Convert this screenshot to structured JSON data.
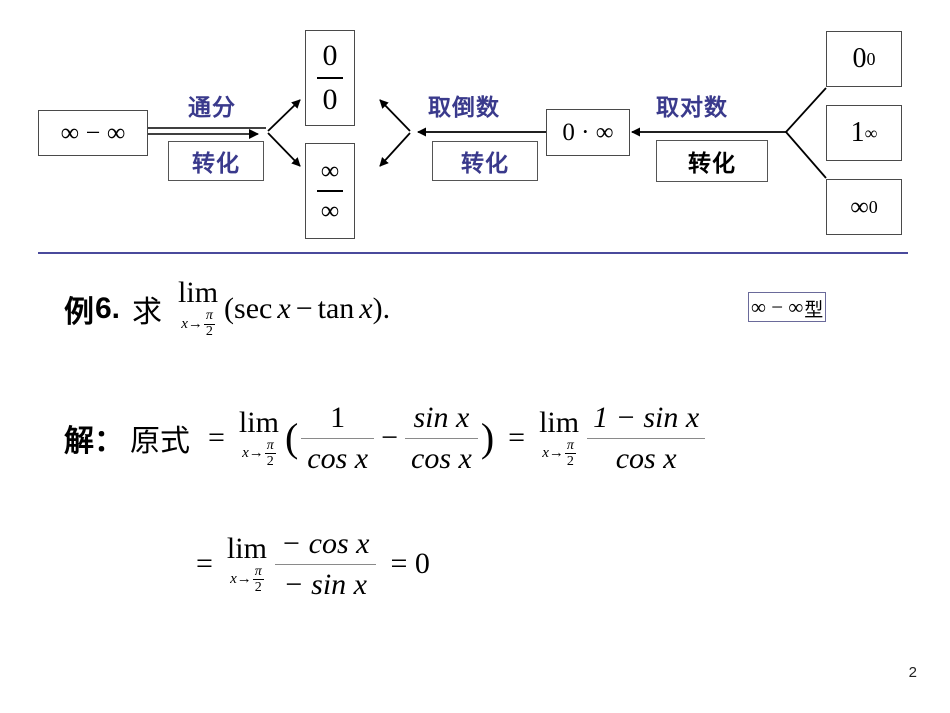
{
  "slide": {
    "page_number": "2",
    "divider_color": "#4a4a9c",
    "accent_blue": "#3a3a8c"
  },
  "diagram": {
    "name": "indeterminate-forms-conversion-diagram",
    "source_box": {
      "label": "∞ − ∞"
    },
    "center_boxes": [
      {
        "name": "zero-over-zero",
        "numerator": "0",
        "denominator": "0"
      },
      {
        "name": "infinity-over-infinity",
        "numerator": "∞",
        "denominator": "∞"
      }
    ],
    "product_box": {
      "label": "0 · ∞"
    },
    "power_boxes": [
      {
        "name": "zero-power-zero",
        "base": "0",
        "exponent": "0"
      },
      {
        "name": "one-power-infinity",
        "base": "1",
        "exponent": "∞"
      },
      {
        "name": "infinity-power-zero",
        "base": "∞",
        "exponent": "0"
      }
    ],
    "transitions": [
      {
        "name": "tongfen",
        "label": "通分",
        "box_label": "转化",
        "color": "#3a3a8c",
        "box_color": "#3a3a8c"
      },
      {
        "name": "qudaoshu",
        "label": "取倒数",
        "box_label": "转化",
        "color": "#3a3a8c",
        "box_color": "#3a3a8c"
      },
      {
        "name": "quduishu",
        "label": "取对数",
        "box_label": "转化",
        "color": "#3a3a8c",
        "box_color": "#000000"
      }
    ]
  },
  "example": {
    "marker": "例",
    "number": "6.",
    "verb": "求",
    "lim_op": "lim",
    "lim_sub_var": "x",
    "lim_sub_arrow": "→",
    "lim_sub_num": "π",
    "lim_sub_den": "2",
    "expression_open": "(",
    "sec": "sec",
    "var1": "x",
    "minus": "−",
    "tan": "tan",
    "var2": "x",
    "expression_close": ").",
    "badge_form": "∞ − ∞",
    "badge_suffix": "型"
  },
  "solution": {
    "label": "解：",
    "original": "原式",
    "equals": "=",
    "step1": {
      "open_paren": "(",
      "frac1_num": "1",
      "frac1_den": "cos x",
      "minus": "−",
      "frac2_num": "sin x",
      "frac2_den": "cos x",
      "close_paren": ")"
    },
    "step2": {
      "num": "1 − sin x",
      "den": "cos x"
    },
    "step3": {
      "num": "− cos x",
      "den": "− sin x",
      "result": "= 0"
    }
  }
}
